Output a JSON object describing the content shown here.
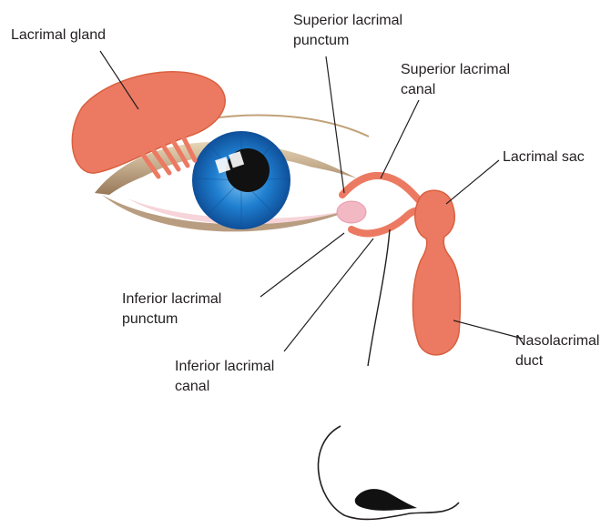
{
  "labels": {
    "lacrimal_gland": "Lacrimal gland",
    "superior_punctum": [
      "Superior lacrimal",
      "punctum"
    ],
    "superior_canal": [
      "Superior lacrimal",
      "canal"
    ],
    "lacrimal_sac": "Lacrimal sac",
    "nasolacrimal_duct": [
      "Nasolacrimal",
      "duct"
    ],
    "inferior_punctum": [
      "Inferior lacrimal",
      "punctum"
    ],
    "inferior_canal": [
      "Inferior lacrimal",
      "canal"
    ]
  },
  "colors": {
    "duct_tissue": "#ec7a62",
    "duct_outline": "#d9603f",
    "iris": "#1f7fd0",
    "iris_dark": "#0f4f99",
    "pupil": "#111111",
    "eyelid_skin": "#c9a77c",
    "sclera": "#ffffff",
    "conjunctiva": "#f6d4d9",
    "leader_line": "#231f20",
    "label_text": "#231f20"
  }
}
